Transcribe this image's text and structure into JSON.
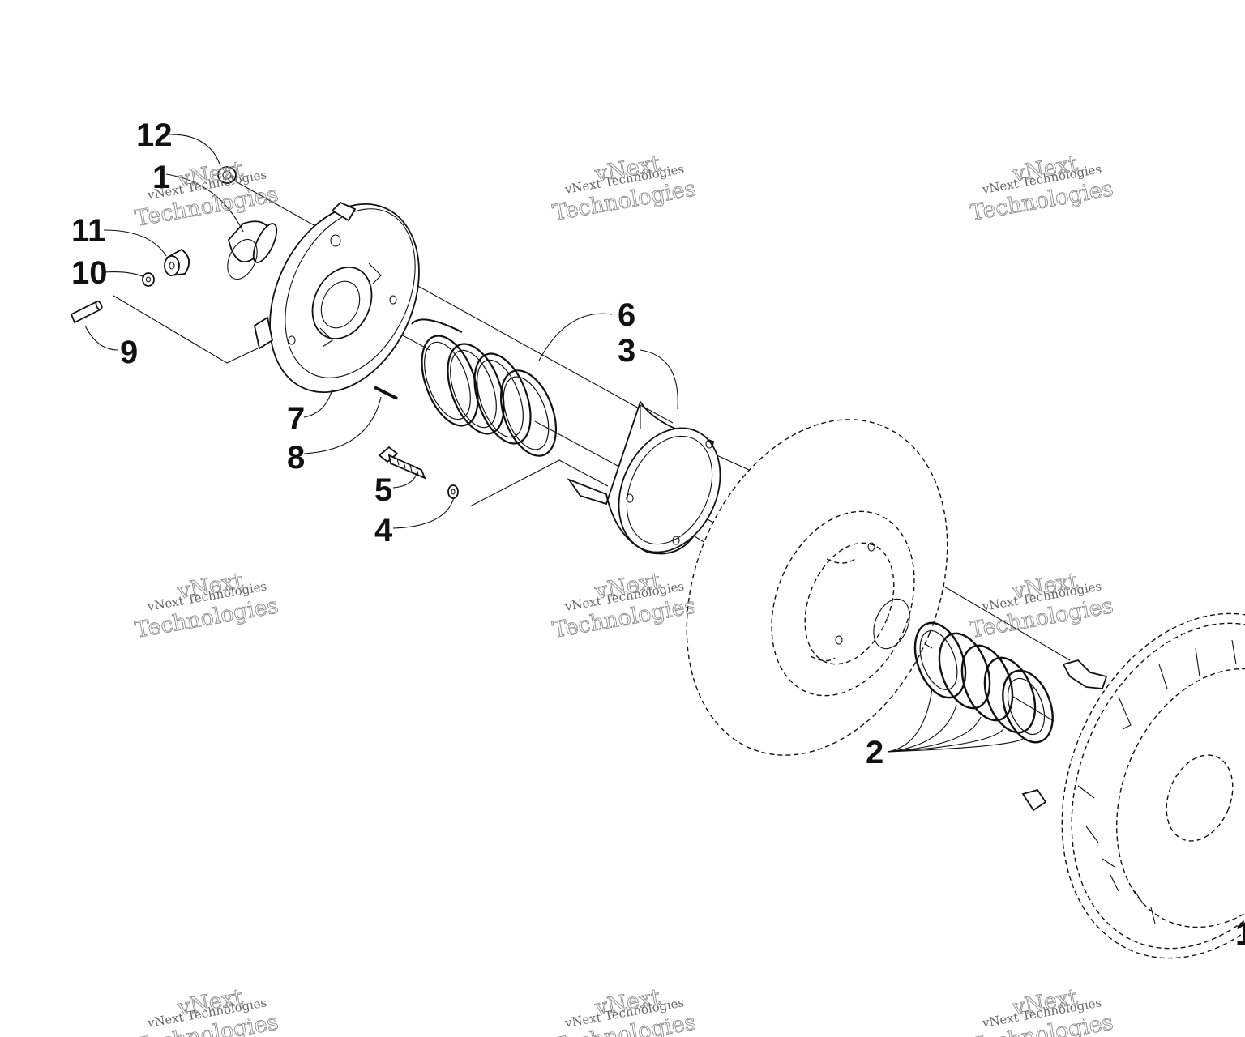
{
  "diagram": {
    "callouts": [
      {
        "id": "c12",
        "label": "12"
      },
      {
        "id": "c1",
        "label": "1"
      },
      {
        "id": "c11",
        "label": "11"
      },
      {
        "id": "c10",
        "label": "10"
      },
      {
        "id": "c9",
        "label": "9"
      },
      {
        "id": "c7",
        "label": "7"
      },
      {
        "id": "c8",
        "label": "8"
      },
      {
        "id": "c6",
        "label": "6"
      },
      {
        "id": "c3",
        "label": "3"
      },
      {
        "id": "c5",
        "label": "5"
      },
      {
        "id": "c4",
        "label": "4"
      },
      {
        "id": "c2",
        "label": "2"
      },
      {
        "id": "c1b",
        "label": "1"
      }
    ]
  },
  "watermark": {
    "line_small": "vNext Technologies",
    "line_big_1": "vNext",
    "line_big_2": "Technologies"
  }
}
